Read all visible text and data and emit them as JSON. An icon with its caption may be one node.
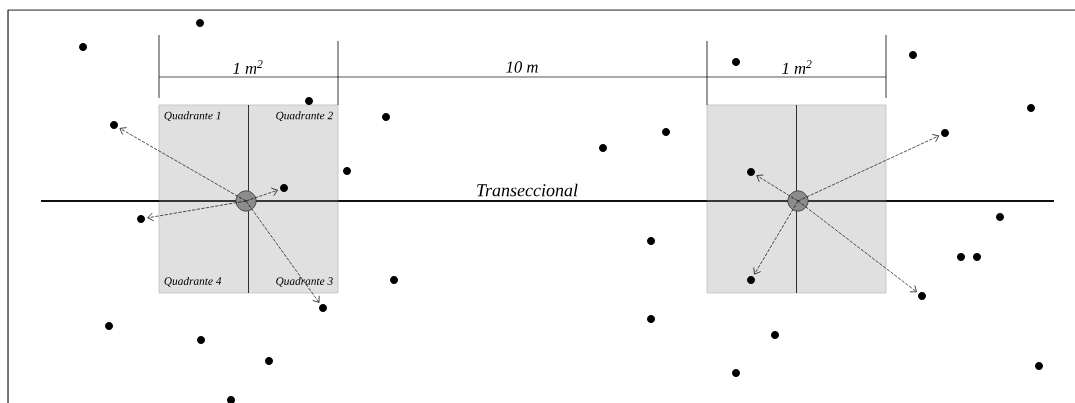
{
  "diagram": {
    "nodes": [
      {
        "text": [
          "Quadrante 1",
          "Quadrante 2",
          "Quadrante 4",
          "Quadrante 3"
        ]
      },
      {
        "text": [],
        "shape": "circle",
        "in": 0
      },
      {
        "text": [],
        "shape": "circle"
      },
      {
        "text": [],
        "shape": "circle",
        "in": 0
      },
      {
        "text": [],
        "shape": "circle"
      },
      {
        "text": [],
        "shape": "circle"
      },
      {
        "text": [],
        "shape": "box"
      },
      {
        "text": [],
        "shape": "circle",
        "in": 6
      },
      {
        "text": [],
        "shape": "circle",
        "in": 6
      },
      {
        "text": [],
        "shape": "circle"
      },
      {
        "text": [],
        "shape": "circle",
        "in": 6
      },
      {
        "text": [],
        "shape": "circle"
      }
    ],
    "edges": [
      {
        "from": 1,
        "to": 2,
        "arrow": "to",
        "style": "dashed"
      },
      {
        "from": 1,
        "to": 3,
        "arrow": "to",
        "style": "dashed"
      },
      {
        "from": 1,
        "to": 4,
        "arrow": "to",
        "style": "dashed"
      },
      {
        "from": 1,
        "to": 5,
        "arrow": "to",
        "style": "dashed"
      },
      {
        "from": 7,
        "to": 8,
        "arrow": "to",
        "style": "dashed"
      },
      {
        "from": 7,
        "to": 9,
        "arrow": "to",
        "style": "dashed"
      },
      {
        "from": 7,
        "to": 10,
        "arrow": "to",
        "style": "dashed"
      },
      {
        "from": 7,
        "to": 11,
        "arrow": "to",
        "style": "dashed"
      }
    ],
    "labels": [
      "1 m$^{2}$",
      "10 m",
      "1 m$^{2}$",
      "Transeccional"
    ]
  }
}
